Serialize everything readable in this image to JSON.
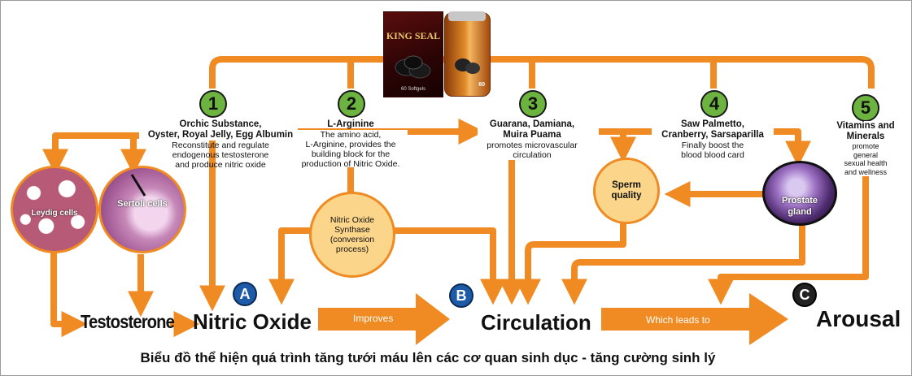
{
  "product": {
    "box_brand": "KING SEAL",
    "box_caption": "60 Softgels",
    "bottle_caption": "60"
  },
  "colors": {
    "orange": "#f08a22",
    "bubble": "#fbd58a",
    "green_badge": "#6cb33f",
    "blue_badge": "#1d5aa8"
  },
  "ingredients": [
    {
      "number": "1",
      "title_lines": [
        "Orchic Substance,",
        "Oyster, Royal Jelly, Egg Albumin"
      ],
      "desc_lines": [
        "Reconstitute and regulate",
        "endogenous testosterone",
        "and produce nitric oxide"
      ]
    },
    {
      "number": "2",
      "title_lines": [
        "L-Arginine"
      ],
      "desc_lines": [
        "The amino acid,",
        "L-Arginine, provides the",
        "building block for the",
        "production of Nitric Oxide."
      ]
    },
    {
      "number": "3",
      "title_lines": [
        "Guarana, Damiana,",
        "Muira Puama"
      ],
      "desc_lines": [
        "promotes microvascular",
        "circulation"
      ]
    },
    {
      "number": "4",
      "title_lines": [
        "Saw Palmetto,",
        "Cranberry, Sarsaparilla"
      ],
      "desc_lines": [
        "Finally boost the",
        "blood blood card"
      ]
    },
    {
      "number": "5",
      "title_lines": [
        "Vitamins and",
        "Minerals"
      ],
      "desc_lines": [
        "promote",
        "general",
        "sexual health",
        "and wellness"
      ]
    }
  ],
  "circles": {
    "leydig": "Leydig cells",
    "sertoli": "Sertoli cells",
    "prostate_lines": [
      "Prostate",
      "gland"
    ],
    "sperm_lines": [
      "Sperm",
      "quality"
    ],
    "synthase_lines": [
      "Nitric Oxide",
      "Synthase",
      "(conversion",
      "process)"
    ]
  },
  "flow": {
    "testosterone": "Testosterone",
    "nitric_oxide": "Nitric Oxide",
    "circulation": "Circulation",
    "arousal": "Arousal",
    "improves": "Improves",
    "leads_to": "Which leads to",
    "badge_a": "A",
    "badge_b": "B",
    "badge_c": "C"
  },
  "caption": "Biểu đồ thể hiện quá trình tăng tưới máu lên các cơ quan sinh dục - tăng cường sinh lý"
}
